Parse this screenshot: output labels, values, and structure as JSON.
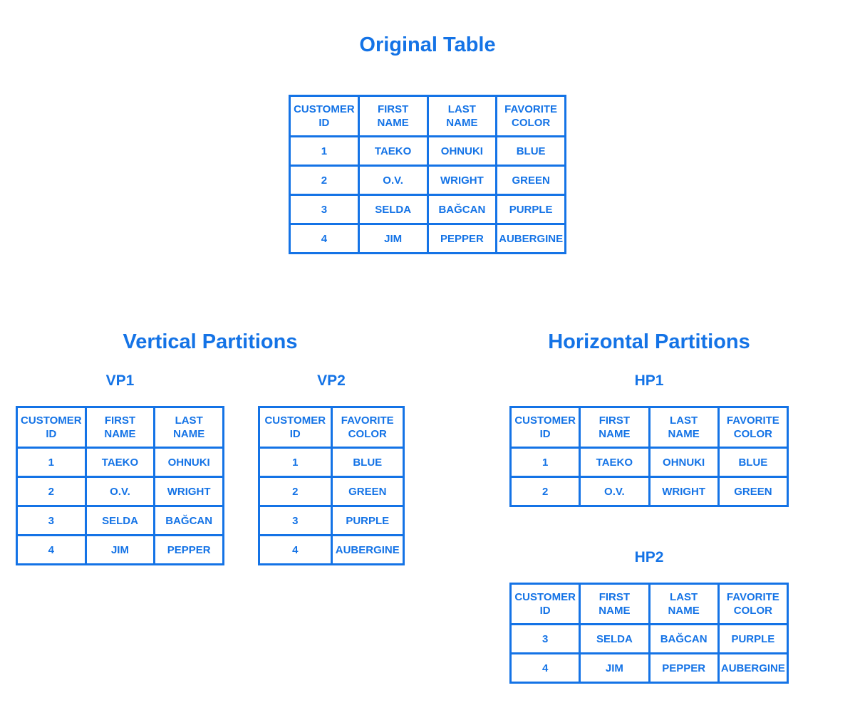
{
  "page": {
    "background": "#ffffff",
    "accent": "#1473e6"
  },
  "original": {
    "title": "Original Table",
    "table": {
      "columns": [
        "CUSTOMER\nID",
        "FIRST\nNAME",
        "LAST\nNAME",
        "FAVORITE\nCOLOR"
      ],
      "rows": [
        [
          "1",
          "TAEKO",
          "OHNUKI",
          "BLUE"
        ],
        [
          "2",
          "O.V.",
          "WRIGHT",
          "GREEN"
        ],
        [
          "3",
          "SELDA",
          "BAĞCAN",
          "PURPLE"
        ],
        [
          "4",
          "JIM",
          "PEPPER",
          "AUBERGINE"
        ]
      ]
    }
  },
  "vertical": {
    "title": "Vertical Partitions",
    "tables": [
      {
        "name": "VP1",
        "columns": [
          "CUSTOMER\nID",
          "FIRST\nNAME",
          "LAST\nNAME"
        ],
        "rows": [
          [
            "1",
            "TAEKO",
            "OHNUKI"
          ],
          [
            "2",
            "O.V.",
            "WRIGHT"
          ],
          [
            "3",
            "SELDA",
            "BAĞCAN"
          ],
          [
            "4",
            "JIM",
            "PEPPER"
          ]
        ]
      },
      {
        "name": "VP2",
        "columns": [
          "CUSTOMER\nID",
          "FAVORITE\nCOLOR"
        ],
        "rows": [
          [
            "1",
            "BLUE"
          ],
          [
            "2",
            "GREEN"
          ],
          [
            "3",
            "PURPLE"
          ],
          [
            "4",
            "AUBERGINE"
          ]
        ]
      }
    ]
  },
  "horizontal": {
    "title": "Horizontal Partitions",
    "tables": [
      {
        "name": "HP1",
        "columns": [
          "CUSTOMER\nID",
          "FIRST\nNAME",
          "LAST\nNAME",
          "FAVORITE\nCOLOR"
        ],
        "rows": [
          [
            "1",
            "TAEKO",
            "OHNUKI",
            "BLUE"
          ],
          [
            "2",
            "O.V.",
            "WRIGHT",
            "GREEN"
          ]
        ]
      },
      {
        "name": "HP2",
        "columns": [
          "CUSTOMER\nID",
          "FIRST\nNAME",
          "LAST\nNAME",
          "FAVORITE\nCOLOR"
        ],
        "rows": [
          [
            "3",
            "SELDA",
            "BAĞCAN",
            "PURPLE"
          ],
          [
            "4",
            "JIM",
            "PEPPER",
            "AUBERGINE"
          ]
        ]
      }
    ]
  }
}
